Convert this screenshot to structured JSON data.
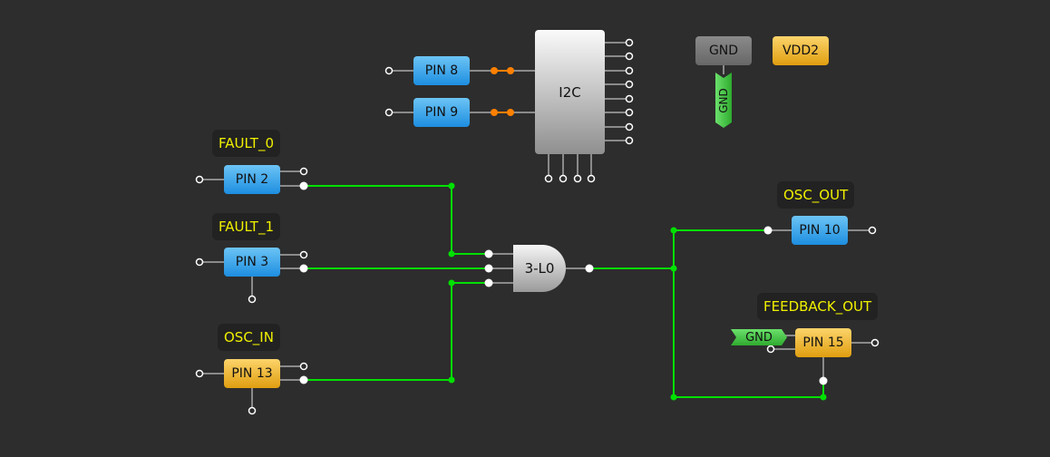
{
  "canvas": {
    "background": "#2d2d2d",
    "wire_color": "#00e000",
    "bus_color": "#ff8000"
  },
  "pins": {
    "pin8": {
      "label": "PIN 8",
      "color": "blue"
    },
    "pin9": {
      "label": "PIN 9",
      "color": "blue"
    },
    "pin2": {
      "label": "PIN 2",
      "color": "blue",
      "net_label": "FAULT_0"
    },
    "pin3": {
      "label": "PIN 3",
      "color": "blue",
      "net_label": "FAULT_1"
    },
    "pin13": {
      "label": "PIN 13",
      "color": "orange",
      "net_label": "OSC_IN"
    },
    "pin10": {
      "label": "PIN 10",
      "color": "blue",
      "net_label": "OSC_OUT"
    },
    "pin15": {
      "label": "PIN 15",
      "color": "orange",
      "net_label": "FEEDBACK_OUT"
    }
  },
  "blocks": {
    "i2c": {
      "label": "I2C"
    },
    "gate": {
      "label": "3-L0"
    },
    "gnd": {
      "label": "GND"
    },
    "vdd2": {
      "label": "VDD2"
    },
    "gnd_flag_vertical": {
      "label": "GND"
    },
    "gnd_flag_pin15": {
      "label": "GND"
    }
  }
}
